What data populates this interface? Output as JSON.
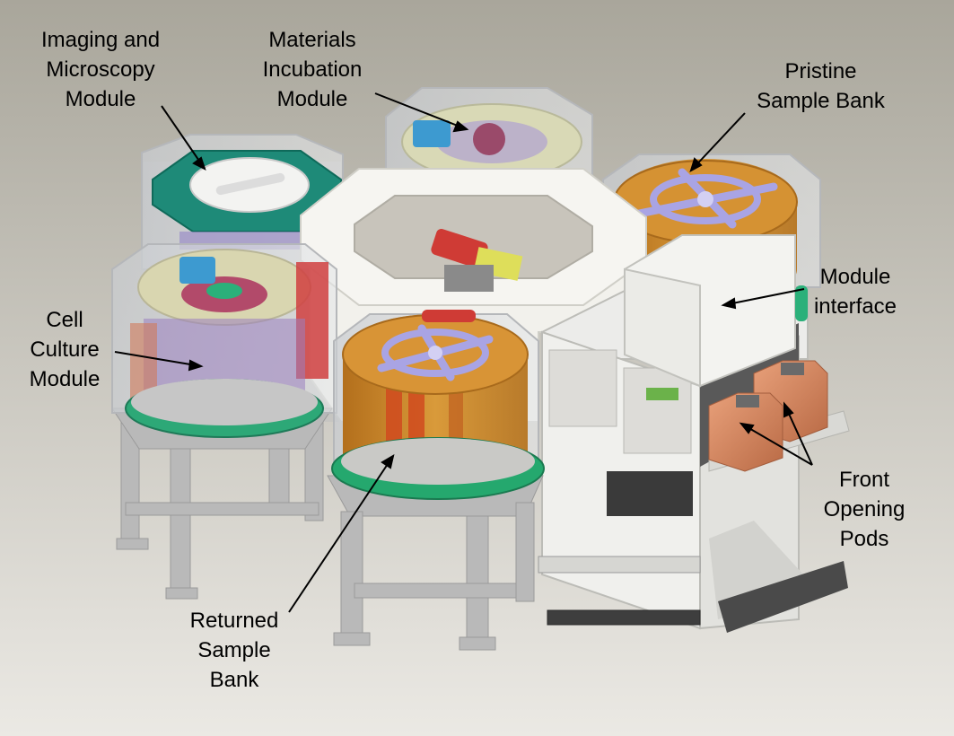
{
  "labels": {
    "imaging": {
      "lines": [
        "Imaging and",
        "Microscopy",
        "Module"
      ]
    },
    "materials": {
      "lines": [
        "Materials",
        "Incubation",
        "Module"
      ]
    },
    "pristine": {
      "lines": [
        "Pristine",
        "Sample Bank"
      ]
    },
    "module_interface": {
      "lines": [
        "Module",
        "interface"
      ]
    },
    "cell_culture": {
      "lines": [
        "Cell",
        "Culture",
        "Module"
      ]
    },
    "front_opening": {
      "lines": [
        "Front",
        "Opening",
        "Pods"
      ]
    },
    "returned": {
      "lines": [
        "Returned",
        "Sample",
        "Bank"
      ]
    }
  },
  "colors": {
    "background_top": "#a9a69b",
    "background_bottom": "#e9e7e2",
    "frame_gray": "#b8b8b8",
    "teal": "#1e8a78",
    "sample_orange": "#c98a2a",
    "sample_stripe": "#d04a1e",
    "cross_lavender": "#a9a4e4",
    "pod_copper": "#d98a60",
    "hub_white": "#f4f4f0",
    "ring_green": "#2bb07a"
  }
}
